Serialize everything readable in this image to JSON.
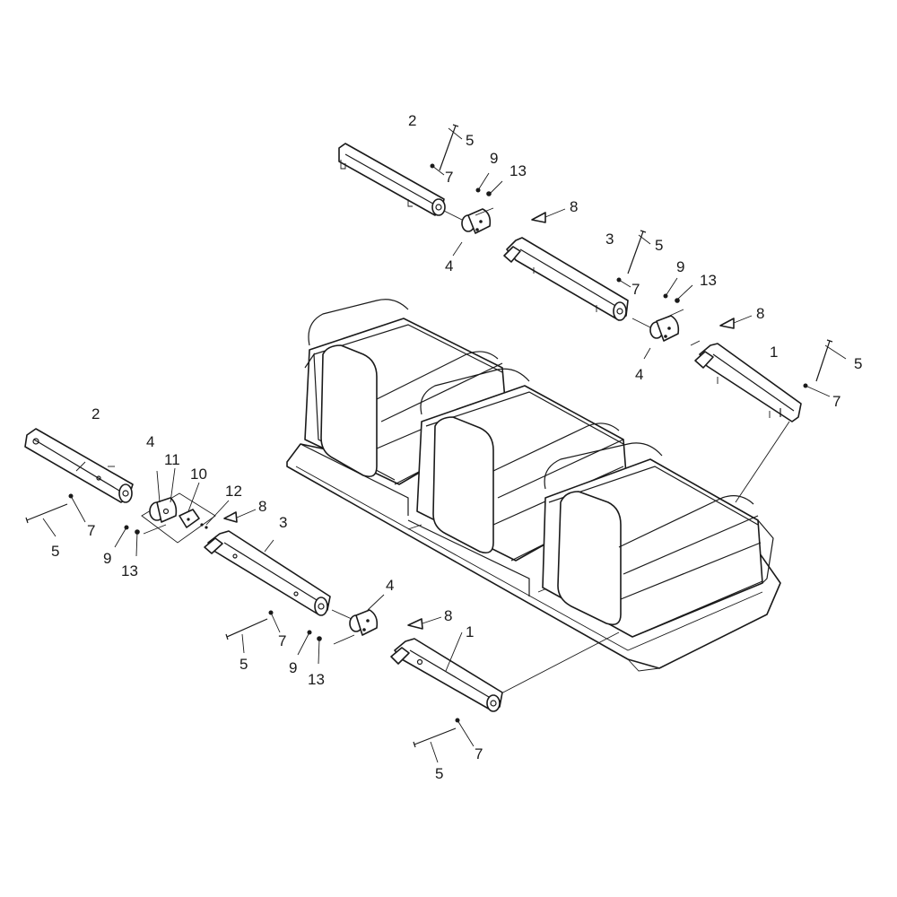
{
  "diagram": {
    "callouts": {
      "upper_2": "2",
      "upper_5a": "5",
      "upper_7a": "7",
      "upper_9a": "9",
      "upper_13a": "13",
      "upper_8a": "8",
      "upper_4a": "4",
      "upper_3": "3",
      "upper_5b": "5",
      "upper_7b": "7",
      "upper_9b": "9",
      "upper_13b": "13",
      "upper_8b": "8",
      "upper_4b": "4",
      "upper_1": "1",
      "upper_5c": "5",
      "upper_7c": "7",
      "lower_2": "2",
      "lower_4a": "4",
      "lower_11": "11",
      "lower_10": "10",
      "lower_12": "12",
      "lower_8a": "8",
      "lower_7a": "7",
      "lower_5a": "5",
      "lower_9a": "9",
      "lower_13a": "13",
      "lower_3": "3",
      "lower_4b": "4",
      "lower_8b": "8",
      "lower_7b": "7",
      "lower_5b": "5",
      "lower_9b": "9",
      "lower_13b": "13",
      "lower_1": "1",
      "lower_7c": "7",
      "lower_5c": "5"
    }
  }
}
